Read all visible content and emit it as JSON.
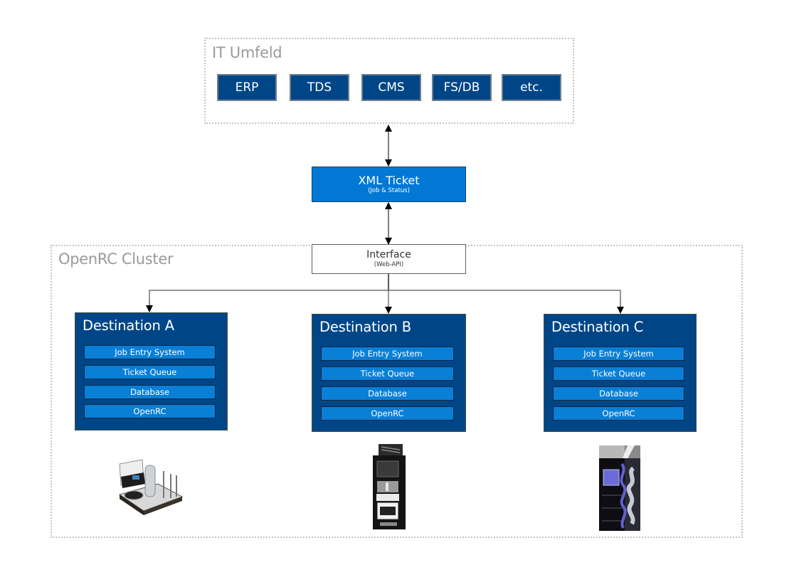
{
  "it_environment": {
    "title": "IT Umfeld",
    "systems": [
      "ERP",
      "TDS",
      "CMS",
      "FS/DB",
      "etc."
    ]
  },
  "xml_ticket": {
    "title": "XML Ticket",
    "subtitle": "(Job & Status)"
  },
  "cluster": {
    "title": "OpenRC Cluster",
    "interface": {
      "title": "Interface",
      "subtitle": "(Web-API)"
    },
    "destinations": [
      {
        "title": "Destination A",
        "components": [
          "Job Entry System",
          "Ticket Queue",
          "Database",
          "OpenRC"
        ],
        "device": "disc-publisher-robot-image"
      },
      {
        "title": "Destination B",
        "components": [
          "Job Entry System",
          "Ticket Queue",
          "Database",
          "OpenRC"
        ],
        "device": "tower-publishing-system-image"
      },
      {
        "title": "Destination C",
        "components": [
          "Job Entry System",
          "Ticket Queue",
          "Database",
          "OpenRC"
        ],
        "device": "cabinet-archive-system-image"
      }
    ]
  },
  "colors": {
    "dark_blue": "#004687",
    "bright_blue": "#0078d4",
    "group_border": "#c4c4c4",
    "group_title": "#9a9a9a"
  }
}
